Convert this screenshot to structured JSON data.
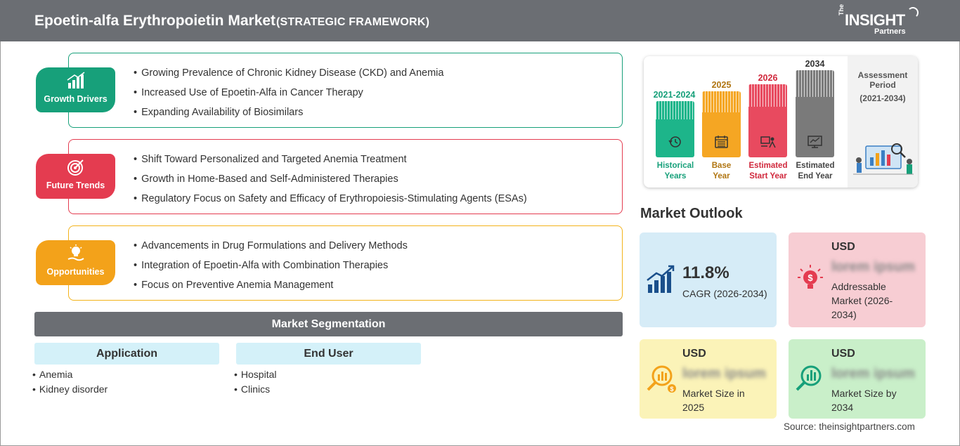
{
  "header": {
    "title": "Epoetin-alfa Erythropoietin Market",
    "subtitle": "(STRATEGIC FRAMEWORK)",
    "logo": {
      "the": "The",
      "main": "INSIGHT",
      "sub": "Partners"
    }
  },
  "colors": {
    "header_bg": "#6b6e73",
    "growth": "#17a07a",
    "trends": "#e43c50",
    "opportunities": "#f3a21a"
  },
  "strategy": {
    "growth_drivers": {
      "label": "Growth Drivers",
      "icon": "bar-chart-growth-icon",
      "items": [
        "Growing Prevalence of Chronic Kidney Disease (CKD) and Anemia",
        "Increased Use of Epoetin-Alfa in Cancer Therapy",
        "Expanding Availability of Biosimilars"
      ]
    },
    "future_trends": {
      "label": "Future Trends",
      "icon": "target-icon",
      "items": [
        "Shift Toward Personalized and Targeted Anemia Treatment",
        "Growth in Home-Based and Self-Administered Therapies",
        "Regulatory Focus on Safety and Efficacy of Erythropoiesis-Stimulating Agents (ESAs)"
      ]
    },
    "opportunities": {
      "label": "Opportunities",
      "icon": "lightbulb-hand-icon",
      "items": [
        "Advancements in Drug Formulations and Delivery Methods",
        "Integration of Epoetin-Alfa with Combination Therapies",
        "Focus on Preventive Anemia Management"
      ]
    }
  },
  "segmentation": {
    "title": "Market Segmentation",
    "columns": [
      {
        "heading": "Application",
        "items": [
          "Anemia",
          "Kidney disorder"
        ]
      },
      {
        "heading": "End User",
        "items": [
          "Hospital",
          "Clinics"
        ]
      }
    ]
  },
  "timeline": {
    "pillars": [
      {
        "year": "2021-2024",
        "label_line1": "Historical",
        "label_line2": "Years",
        "color": "#1db58a",
        "icon": "history-icon"
      },
      {
        "year": "2025",
        "label_line1": "Base",
        "label_line2": "Year",
        "color": "#f5a623",
        "icon": "calendar-icon"
      },
      {
        "year": "2026",
        "label_line1": "Estimated",
        "label_line2": "Start Year",
        "color": "#e84a5f",
        "icon": "presentation-icon"
      },
      {
        "year": "2034",
        "label_line1": "Estimated",
        "label_line2": "End Year",
        "color": "#7a7a7a",
        "icon": "monitor-chart-icon"
      }
    ],
    "assessment": {
      "title": "Assessment Period",
      "period": "(2021-2034)"
    }
  },
  "outlook": {
    "title": "Market Outlook",
    "cagr": {
      "value": "11.8%",
      "label": "CAGR (2026-2034)",
      "icon": "growth-bars-icon"
    },
    "addressable": {
      "usd": "USD",
      "value": "lorem ipsum",
      "label_line1": "Addressable",
      "label_line2": "Market (2026-",
      "label_line3": "2034)",
      "icon": "lightbulb-dollar-icon"
    },
    "size_2025": {
      "usd": "USD",
      "value": "lorem ipsum",
      "label_line1": "Market Size in",
      "label_line2": "2025",
      "icon": "magnifier-dollar-icon"
    },
    "size_2034": {
      "usd": "USD",
      "value": "lorem ipsum",
      "label_line1": "Market Size by",
      "label_line2": "2034",
      "icon": "magnifier-chart-icon"
    }
  },
  "source": "Source: theinsightpartners.com"
}
